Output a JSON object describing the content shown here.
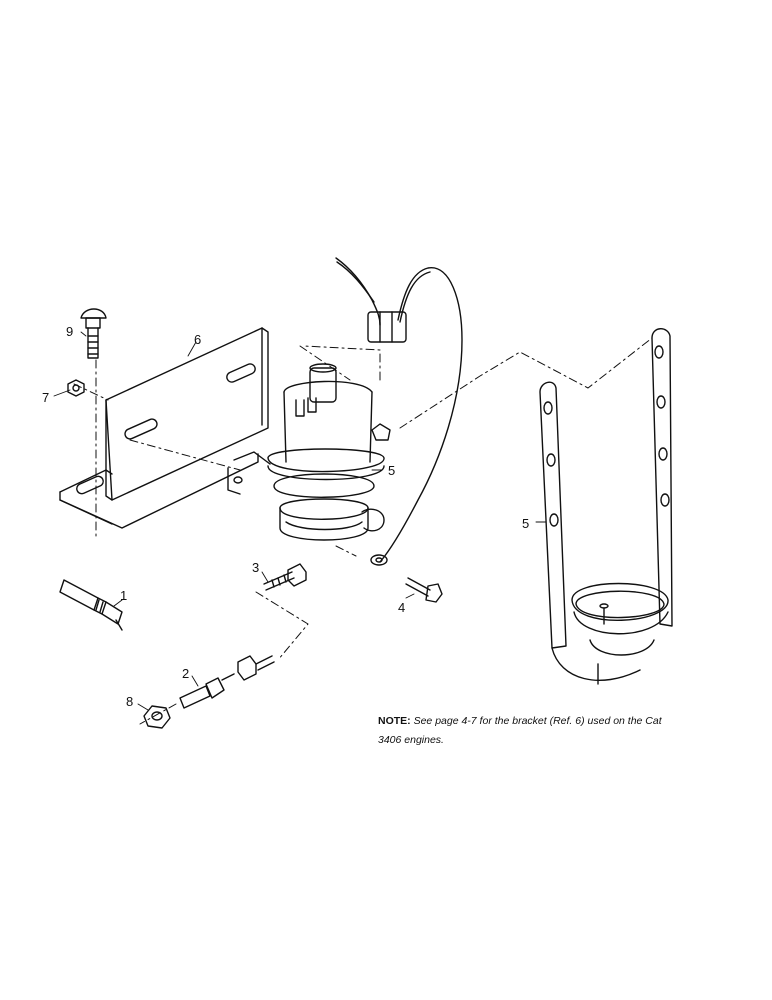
{
  "callouts": {
    "c1": "1",
    "c2": "2",
    "c3": "3",
    "c4": "4",
    "c5a": "5",
    "c5b": "5",
    "c6": "6",
    "c7": "7",
    "c8": "8",
    "c9": "9"
  },
  "note": {
    "label": "NOTE:",
    "line1": " See page 4-7 for the bracket (Ref. 6) used on the Cat",
    "line2": "3406 engines."
  }
}
